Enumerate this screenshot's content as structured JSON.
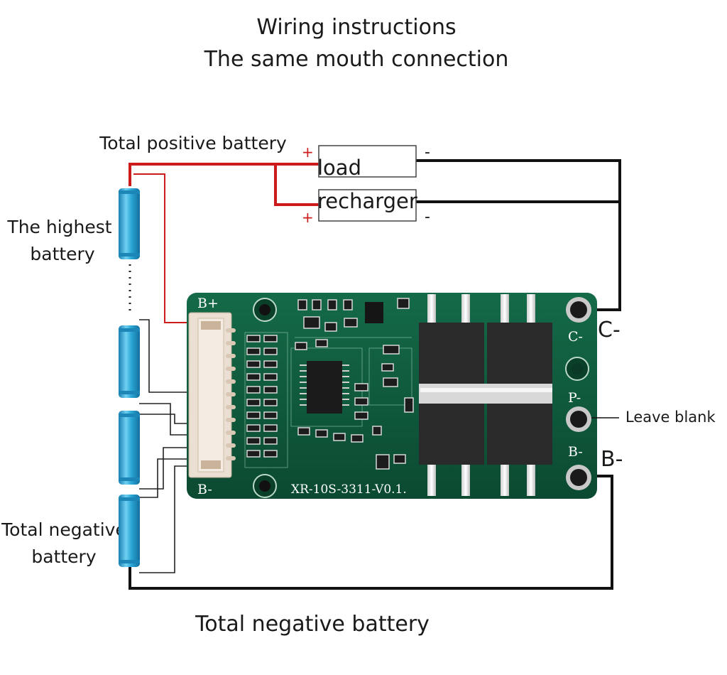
{
  "title": {
    "line1": "Wiring instructions",
    "line2": "The same mouth connection"
  },
  "labels": {
    "total_positive": "Total positive battery",
    "highest_line1": "The highest",
    "highest_line2": "battery",
    "total_negative_left_line1": "Total negative",
    "total_negative_left_line2": "battery",
    "total_negative_bottom": "Total negative battery",
    "c_minus": "C-",
    "b_minus": "B-",
    "leave_blank": "Leave blank"
  },
  "components": {
    "load": "load",
    "recharger": "recharger",
    "plus": "+",
    "minus": "-"
  },
  "board": {
    "model": "XR-10S-3311-V0.1.",
    "silk_b_plus": "B+",
    "silk_b_minus": "B-",
    "silk_c_minus": "C-",
    "silk_p_minus": "P-",
    "silk_b_minus_right": "B-"
  },
  "colors": {
    "pcb": "#0f5a3c",
    "wire_positive": "#cc1b1b",
    "wire": "#111111",
    "battery": "#2aa7d6"
  }
}
